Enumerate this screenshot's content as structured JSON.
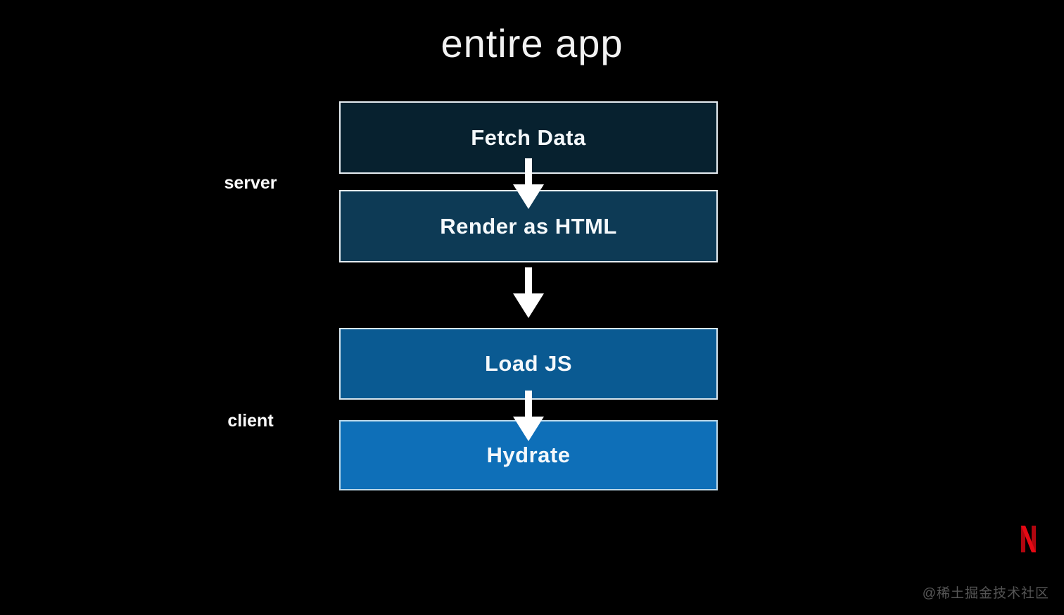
{
  "title": "entire app",
  "diagram": {
    "side_labels": {
      "server": "server",
      "client": "client"
    },
    "steps": [
      {
        "label": "Fetch Data",
        "group": "server",
        "bg": "#07212f",
        "border": "#e6edf2"
      },
      {
        "label": "Render as HTML",
        "group": "server",
        "bg": "#0d3a55",
        "border": "#e6edf2"
      },
      {
        "label": "Load JS",
        "group": "client",
        "bg": "#0a5a92",
        "border": "#d8e7f0"
      },
      {
        "label": "Hydrate",
        "group": "client",
        "bg": "#0e6fb8",
        "border": "#bcd9ea"
      }
    ],
    "arrows": [
      {
        "from": "Fetch Data",
        "to": "Render as HTML"
      },
      {
        "from": "Render as HTML",
        "to": "Load JS"
      },
      {
        "from": "Load JS",
        "to": "Hydrate"
      }
    ]
  },
  "colors": {
    "background": "#000000",
    "step_text": "#f4f8fb",
    "arrow": "#ffffff",
    "netflix_red": "#e50914",
    "netflix_dark_red": "#b1060f",
    "watermark": "#555555"
  },
  "watermark": "@稀土掘金技术社区"
}
